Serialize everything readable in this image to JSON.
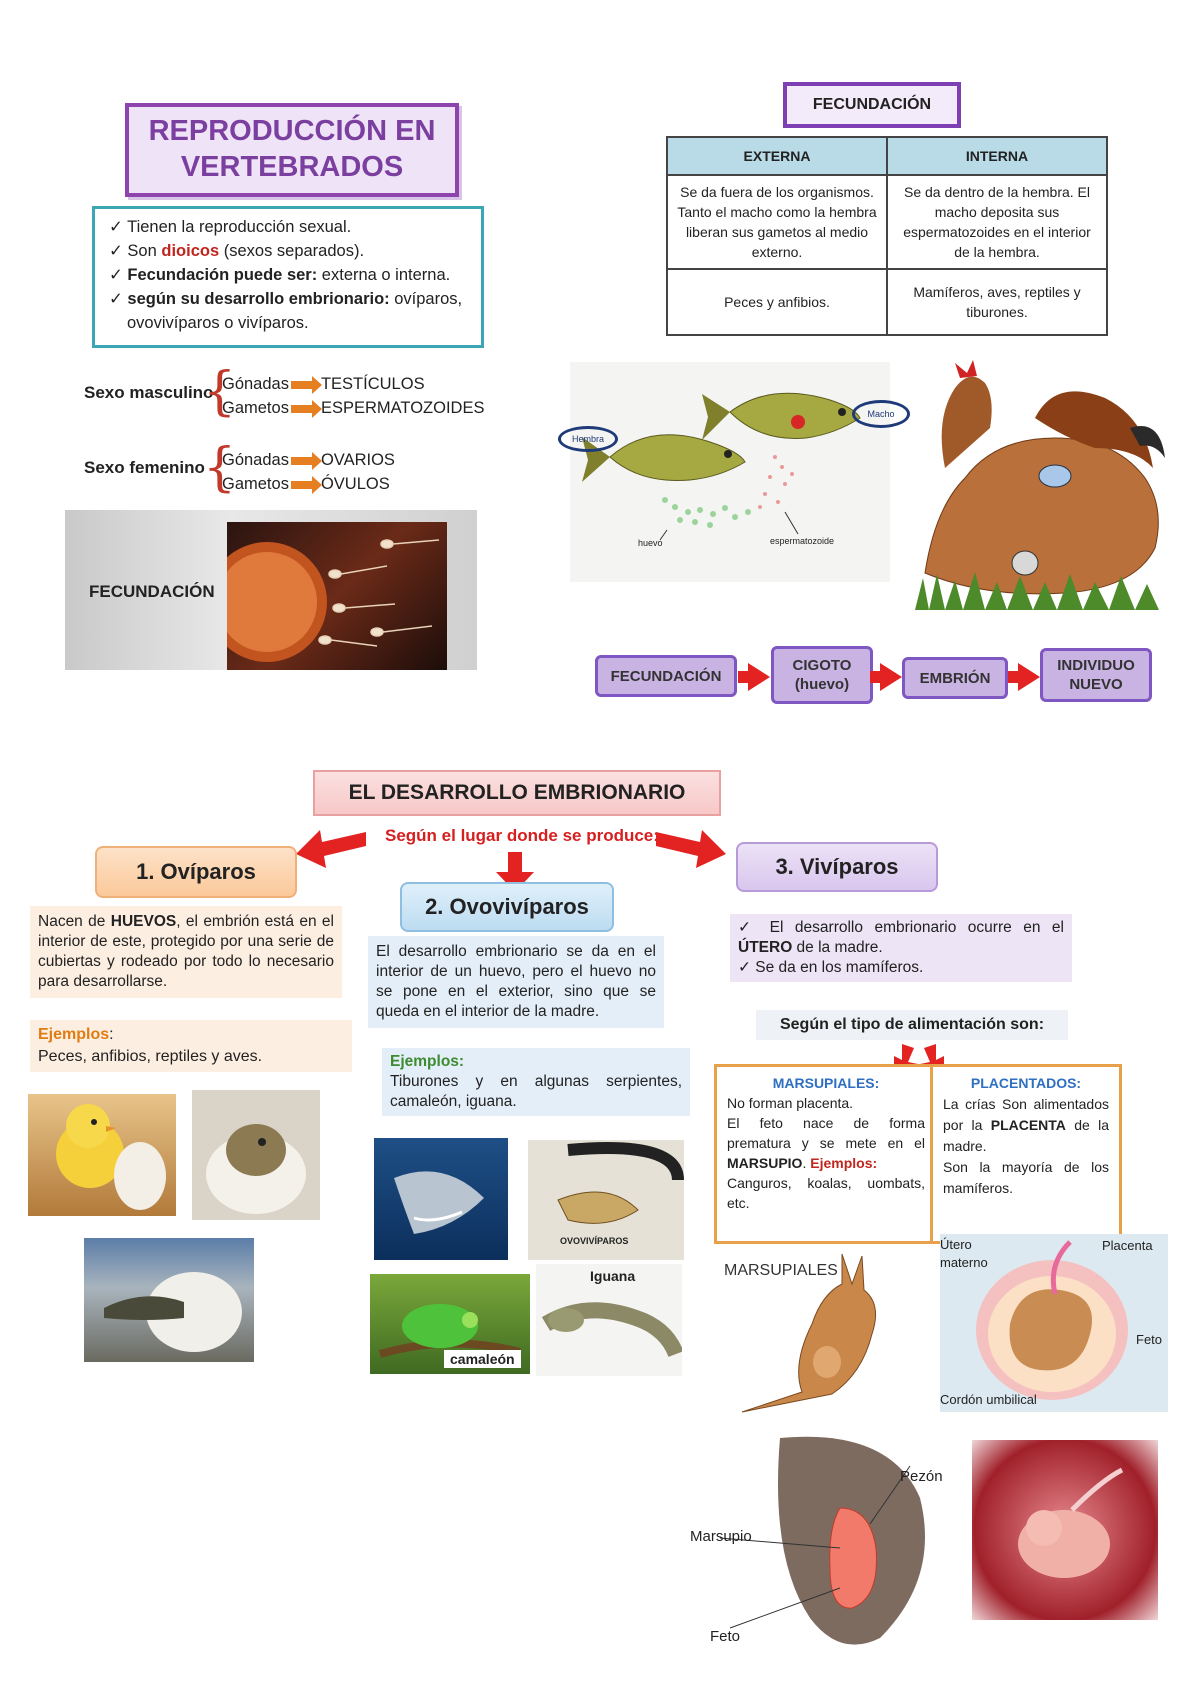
{
  "left_top": {
    "title_line1": "REPRODUCCIÓN EN",
    "title_line2": "VERTEBRADOS",
    "bullets": {
      "b1": "Tienen la reproducción sexual.",
      "b2_pre": "Son ",
      "b2_red": "dioicos",
      "b2_post": " (sexos separados).",
      "b3_bold": "Fecundación puede ser:",
      "b3_post": " externa o interna.",
      "b4_bold": "según su desarrollo embrionario:",
      "b4_post": " ovíparos,",
      "b4_line2": "ovovivíparos o vivíparos."
    },
    "check": "✓",
    "masculino": {
      "label": "Sexo masculino",
      "gonadas": "Gónadas",
      "gonadas_val": "TESTÍCULOS",
      "gametos": "Gametos",
      "gametos_val": "ESPERMATOZOIDES"
    },
    "femenino": {
      "label": "Sexo femenino",
      "gonadas": "Gónadas",
      "gonadas_val": "OVARIOS",
      "gametos": "Gametos",
      "gametos_val": "ÓVULOS"
    },
    "fecundacion_photo_label": "FECUNDACIÓN"
  },
  "right_top": {
    "title": "FECUNDACIÓN",
    "table": {
      "headers": [
        "EXTERNA",
        "INTERNA"
      ],
      "row1": [
        "Se da fuera de los organismos. Tanto el macho como la hembra liberan sus gametos al medio externo.",
        "Se da dentro de la hembra. El macho deposita sus espermatozoides en el interior de la hembra."
      ],
      "row2": [
        "Peces y anfibios.",
        "Mamíferos, aves, reptiles y tiburones."
      ]
    },
    "fish_labels": {
      "hembra": "Hembra",
      "macho": "Macho",
      "huevo": "huevo",
      "esperma": "espermatozoide"
    },
    "flow": [
      "FECUNDACIÓN",
      "CIGOTO (huevo)",
      "EMBRIÓN",
      "INDIVIDUO NUEVO"
    ]
  },
  "bottom": {
    "title": "EL DESARROLLO EMBRIONARIO",
    "subtitle": "Según el lugar donde se produce:",
    "oviparos": {
      "heading": "1. Ovíparos",
      "text_pre": "Nacen de ",
      "text_bold": "HUEVOS",
      "text_post": ", el embrión está en el interior de este, protegido por una serie de cubiertas y rodeado por todo lo necesario para desarrollarse.",
      "ej_label": "Ejemplos",
      "ej_colon": ":",
      "ej_text": "Peces, anfibios, reptiles y aves."
    },
    "ovoviviparos": {
      "heading": "2. Ovovivíparos",
      "text": "El desarrollo embrionario se da en el interior de un huevo, pero el huevo no se pone en el exterior, sino que se queda en el interior de la madre.",
      "ej_label": "Ejemplos:",
      "ej_text": "Tiburones y en algunas serpientes, camaleón, iguana.",
      "photo_snake": "OVOVIVÍPAROS",
      "photo_camaleon": "camaleón",
      "photo_iguana": "Iguana"
    },
    "viviparos": {
      "heading": "3. Vivíparos",
      "b1_pre": "El desarrollo embrionario ocurre en el ",
      "b1_bold": "ÚTERO",
      "b1_post": " de la madre.",
      "b2": "Se da en los mamíferos.",
      "alim": "Según el tipo de alimentación son:",
      "marsupiales": {
        "title": "MARSUPIALES:",
        "l1": "No forman placenta.",
        "l2": "El feto nace de forma prematura y se mete en el ",
        "l2_bold": "MARSUPIO",
        "l2_dot": ". ",
        "l2_ej": "Ejemplos:",
        "l3": "Canguros, koalas, uombats, etc."
      },
      "placentados": {
        "title": "PLACENTADOS:",
        "l1_pre": "La crías Son alimentados por la ",
        "l1_bold": "PLACENTA",
        "l1_post": " de la madre.",
        "l2": "Son la mayoría de los mamíferos."
      },
      "photo_marsup": "MARSUPIALES",
      "utero_labels": {
        "utero": "Útero materno",
        "placenta": "Placenta",
        "feto": "Feto",
        "cordon": "Cordón umbilical"
      },
      "marsupio_labels": {
        "pezon": "Pezón",
        "marsupio": "Marsupio",
        "feto": "Feto"
      }
    }
  }
}
